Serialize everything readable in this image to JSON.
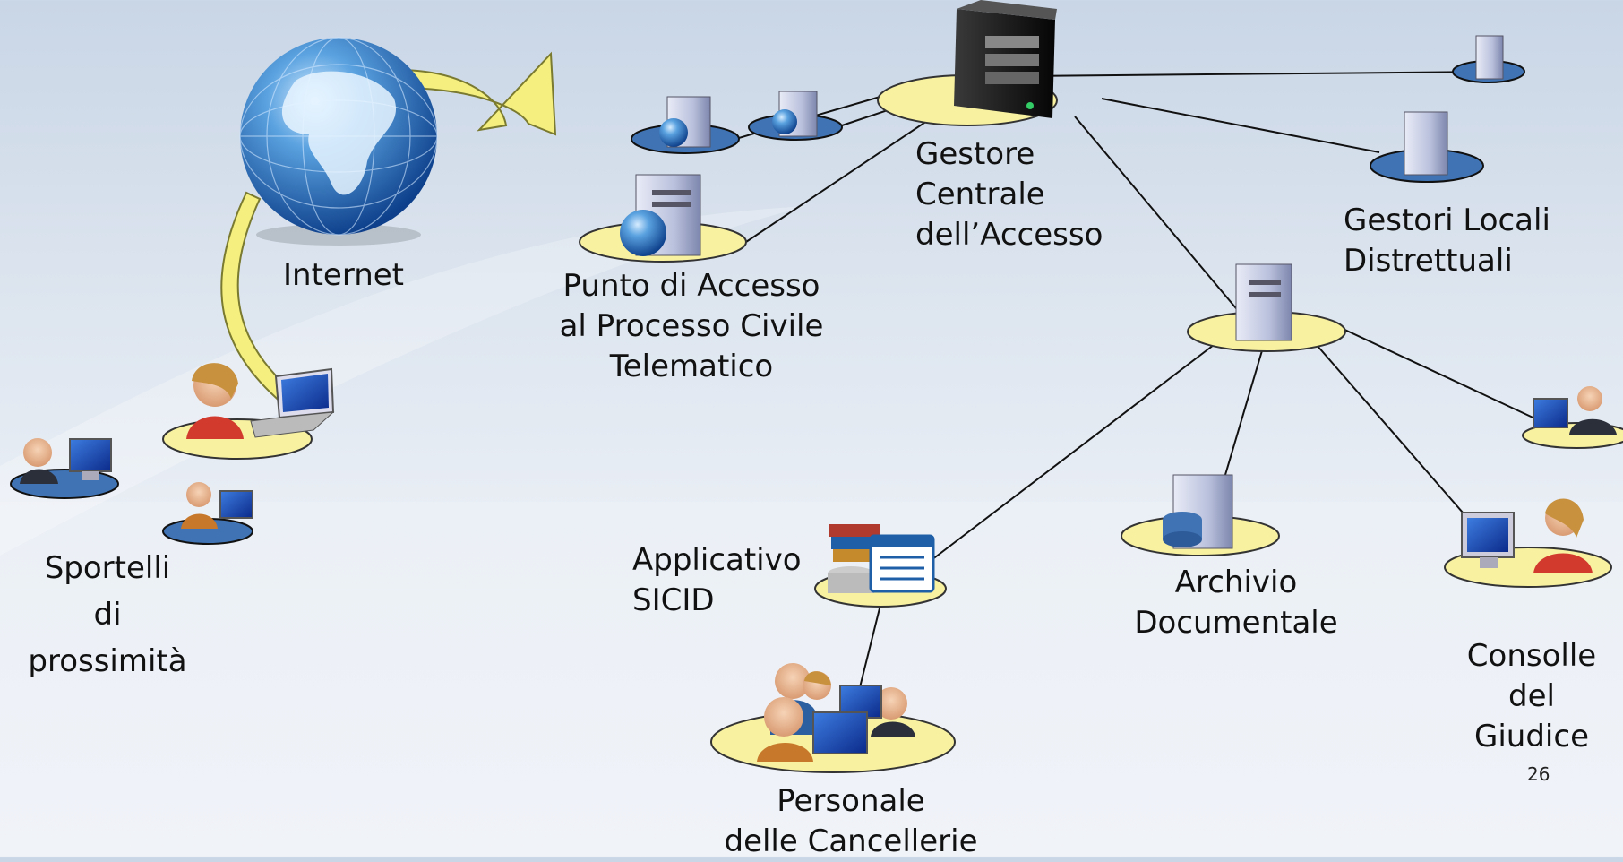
{
  "nodes": {
    "internet": {
      "lines": [
        "Internet"
      ]
    },
    "gestore_centrale": {
      "lines": [
        "Gestore",
        "Centrale",
        "dell’Accesso"
      ]
    },
    "gestori_locali": {
      "lines": [
        "Gestori Locali",
        "Distrettuali"
      ]
    },
    "punto_accesso": {
      "lines": [
        "Punto di Accesso",
        "al Processo Civile",
        "Telematico"
      ]
    },
    "sportelli": {
      "lines": [
        "Sportelli",
        "di",
        "prossimità"
      ]
    },
    "applicativo": {
      "lines": [
        "Applicativo",
        "SICID"
      ]
    },
    "archivio": {
      "lines": [
        "Archivio",
        "Documentale"
      ]
    },
    "consolle": {
      "lines": [
        "Consolle",
        "del",
        "Giudice"
      ]
    },
    "personale": {
      "lines": [
        "Personale",
        "delle Cancellerie"
      ]
    }
  },
  "page_number": "26",
  "colors": {
    "yellow_disc": "#f7f1a0",
    "blue_disc": "#3f73b3",
    "arrow_fill": "#f4ef7e",
    "connector": "#111111"
  }
}
